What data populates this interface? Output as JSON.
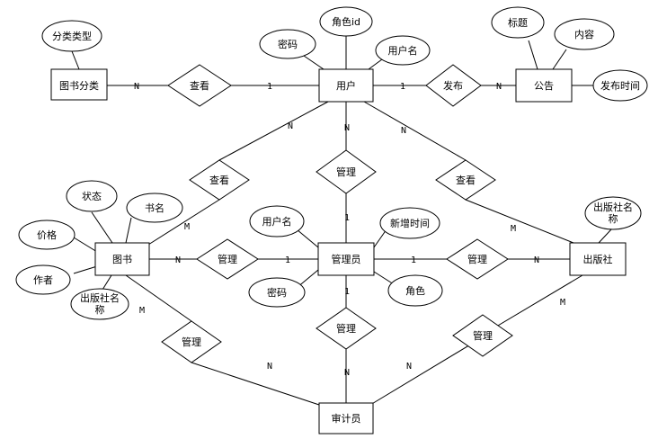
{
  "entities": {
    "book_category": "图书分类",
    "user": "用户",
    "announcement": "公告",
    "book": "图书",
    "admin": "管理员",
    "publisher": "出版社",
    "auditor": "审计员"
  },
  "attributes": {
    "category_type": "分类类型",
    "role_id": "角色id",
    "user_password": "密码",
    "user_name": "用户名",
    "title": "标题",
    "content": "内容",
    "publish_time": "发布时间",
    "status": "状态",
    "book_name": "书名",
    "price": "价格",
    "author": "作者",
    "book_publisher_line1": "出版社名",
    "book_publisher_line2": "称",
    "admin_user_name": "用户名",
    "admin_password": "密码",
    "add_time": "新增时间",
    "role": "角色",
    "publisher_name_line1": "出版社名",
    "publisher_name_line2": "称"
  },
  "relationships": {
    "view_category": "查看",
    "publish": "发布",
    "view_book": "查看",
    "manage_user": "管理",
    "view_publisher": "查看",
    "manage_book": "管理",
    "manage_publisher": "管理",
    "audit_book": "管理",
    "audit_admin": "管理",
    "audit_publisher": "管理"
  },
  "cardinalities": {
    "category_view": "N",
    "view_user": "1",
    "user_publish": "1",
    "publish_ann": "N",
    "user_viewbook": "N",
    "viewbook_book": "M",
    "user_manage": "N",
    "manage_admin": "1",
    "user_viewpub": "N",
    "viewpub_pub": "M",
    "book_manage": "N",
    "manage_admin_book": "1",
    "admin_managepub": "1",
    "managepub_pub": "N",
    "book_audit": "M",
    "audit_auditor": "N",
    "admin_audit": "1",
    "audit_auditor_admin": "N",
    "auditpub_auditor": "N",
    "pub_auditpub": "M"
  }
}
